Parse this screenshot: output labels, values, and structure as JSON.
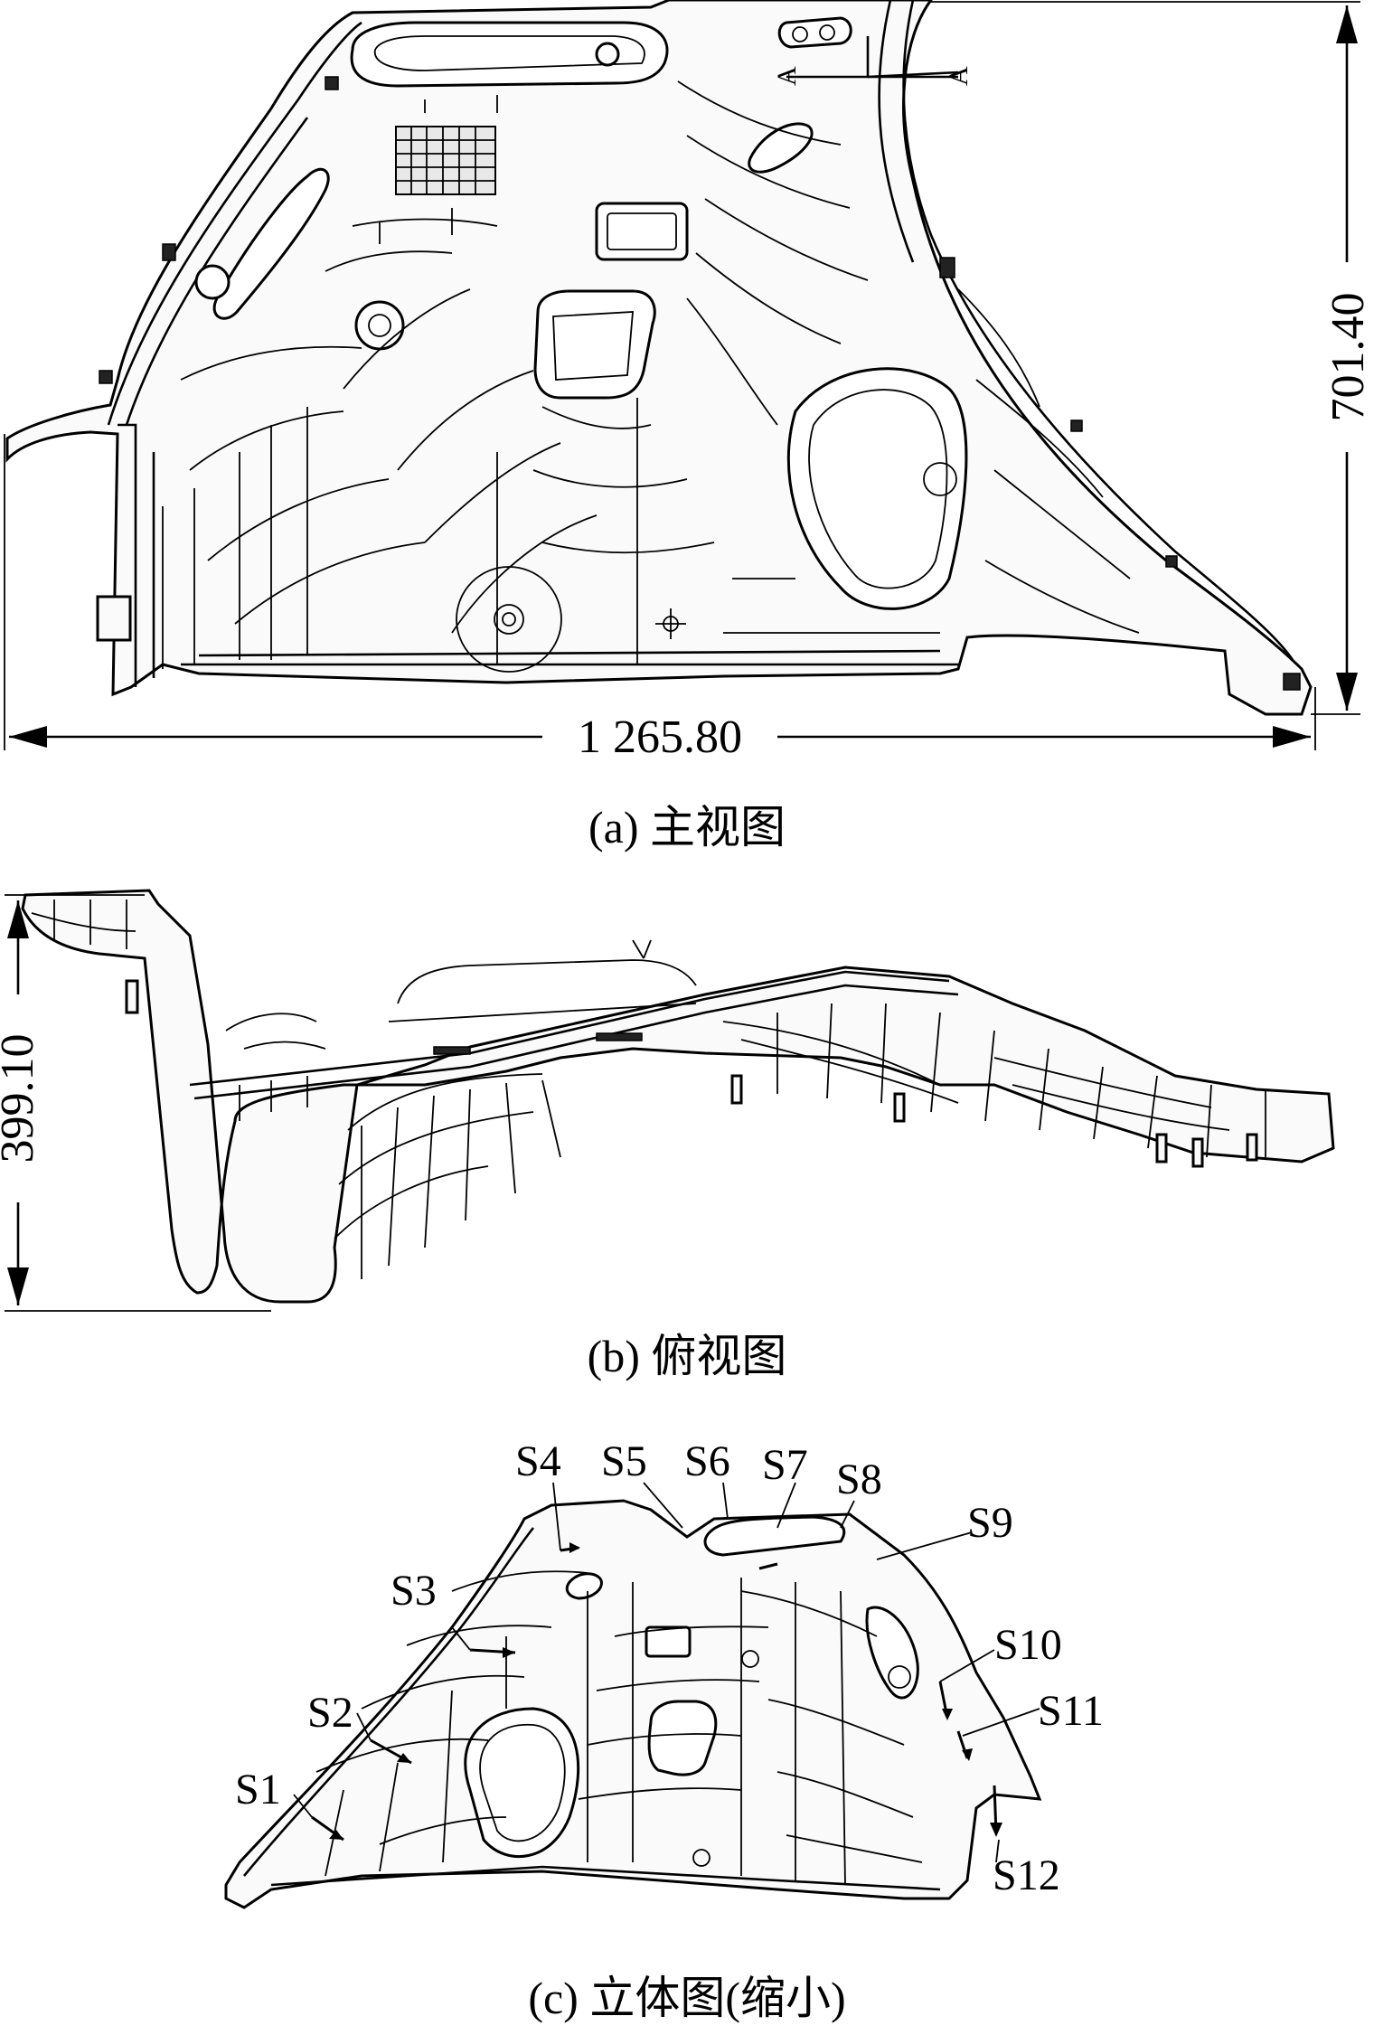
{
  "views": {
    "front": {
      "caption": "(a) 主视图",
      "width_dim": "1 265.80",
      "height_dim": "701.40",
      "section_mark": "A"
    },
    "top": {
      "caption": "(b) 俯视图",
      "height_dim": "399.10"
    },
    "iso": {
      "caption": "(c) 立体图(缩小)",
      "sections": [
        "S1",
        "S2",
        "S3",
        "S4",
        "S5",
        "S6",
        "S7",
        "S8",
        "S9",
        "S10",
        "S11",
        "S12"
      ]
    }
  }
}
